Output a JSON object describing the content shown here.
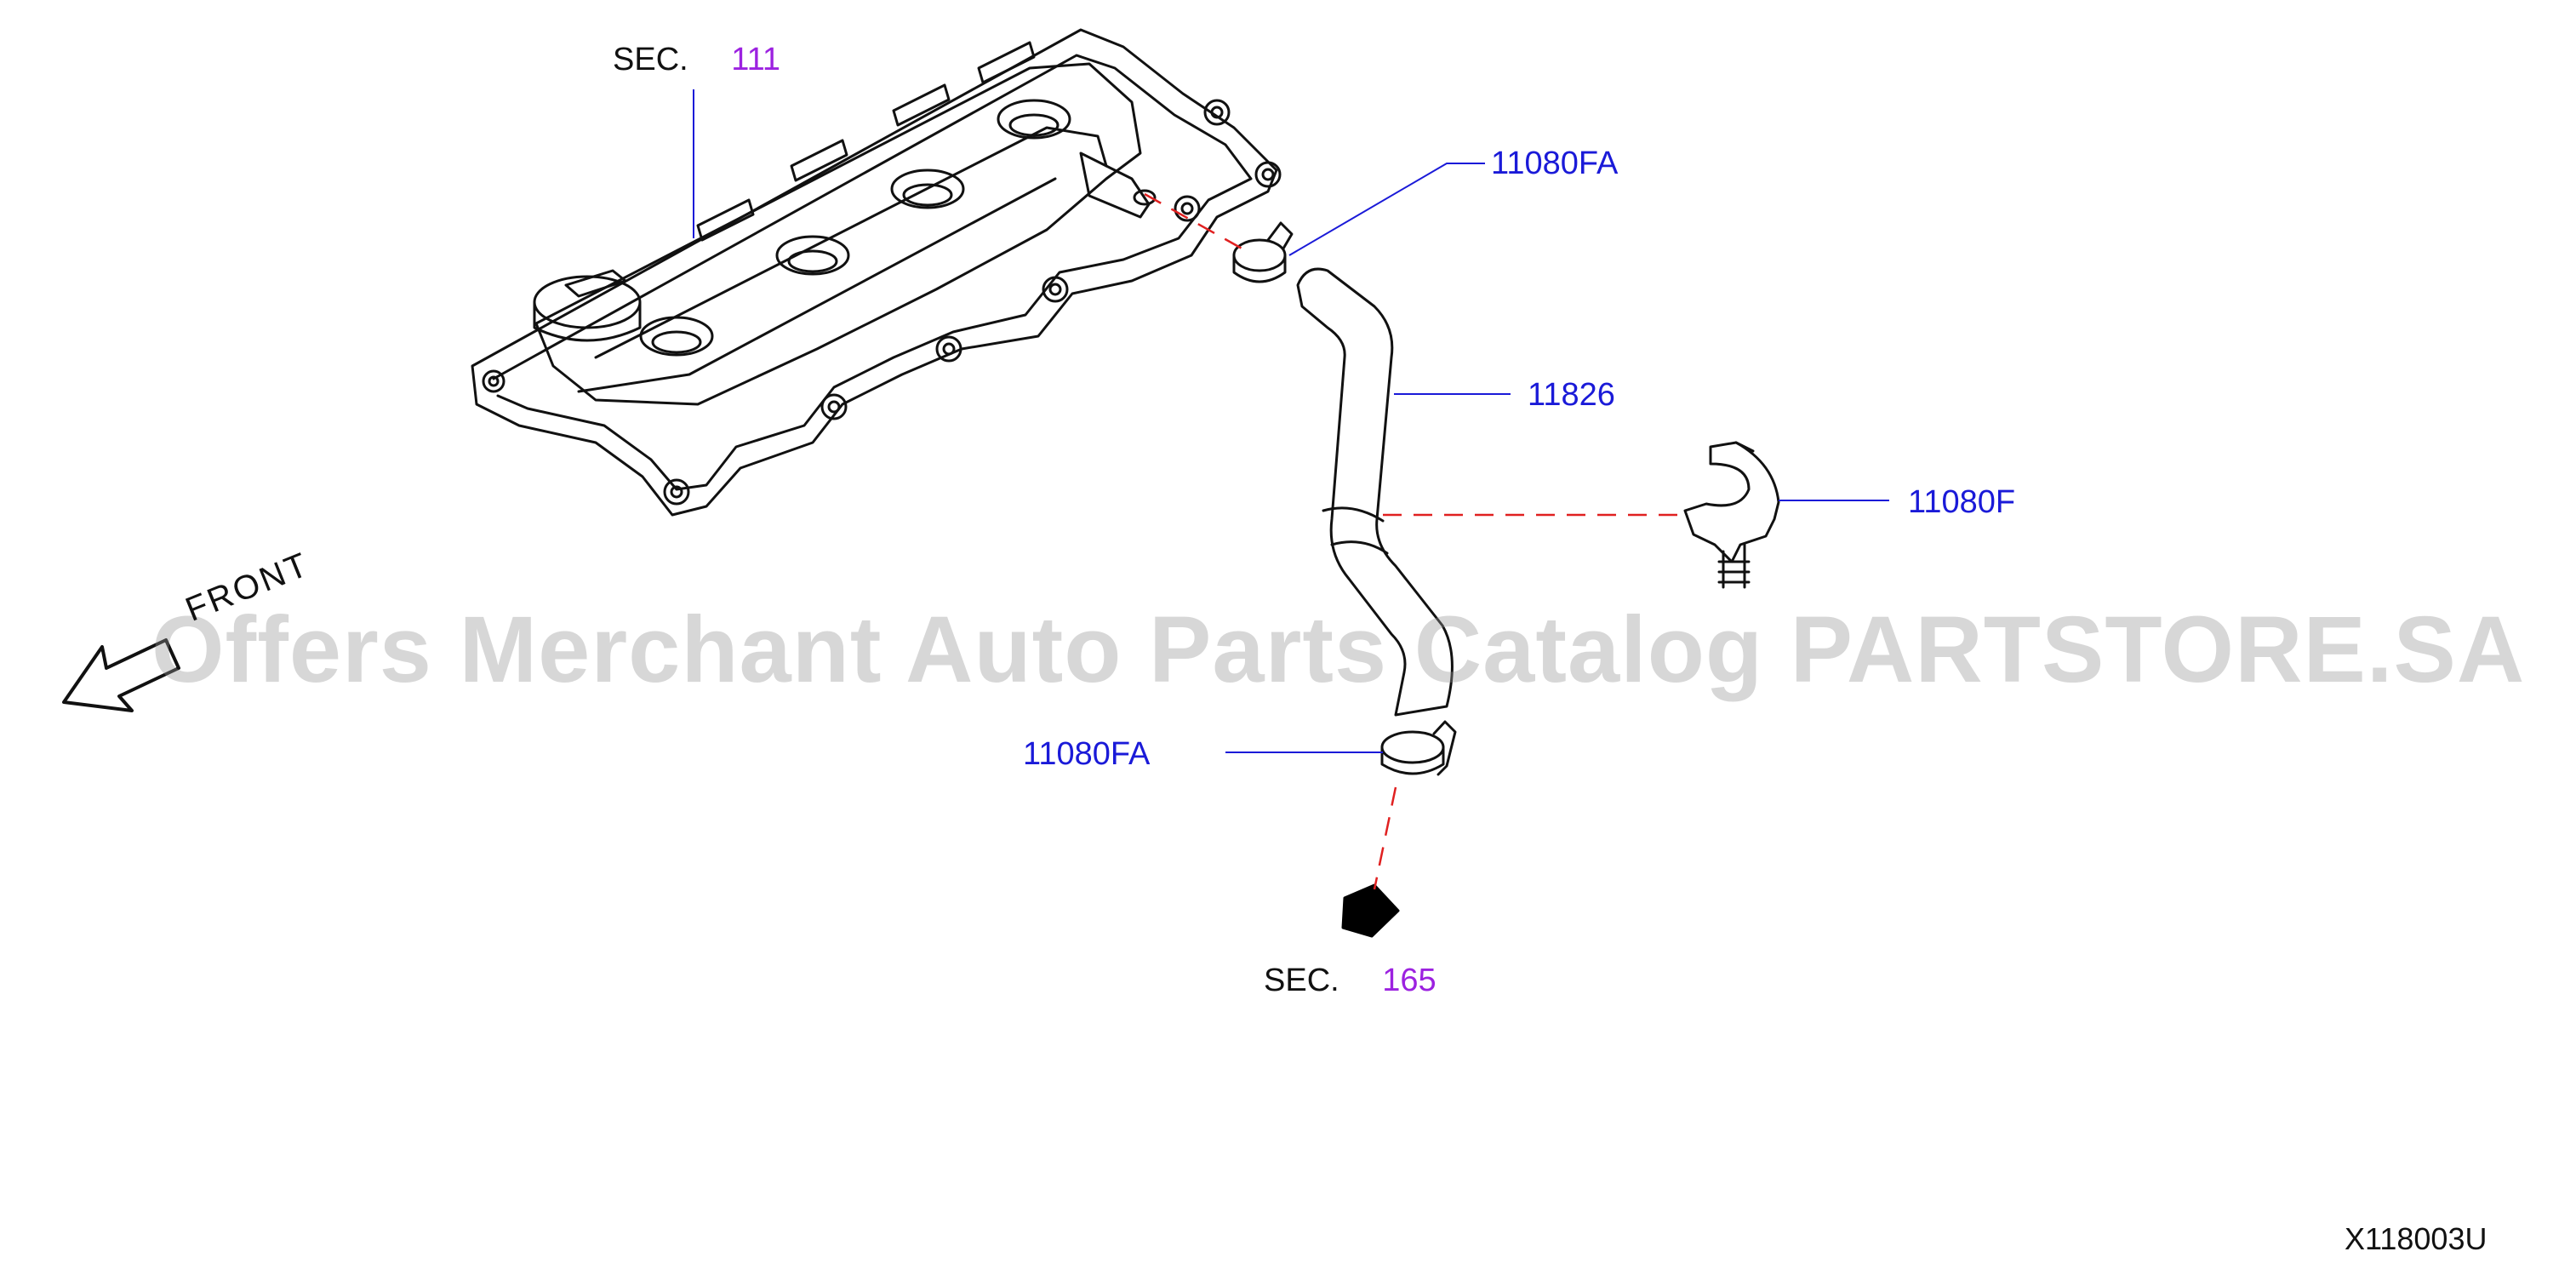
{
  "diagram": {
    "sections": [
      {
        "prefix": "SEC.",
        "number": "111"
      },
      {
        "prefix": "SEC.",
        "number": "165"
      }
    ],
    "callouts": {
      "clamp_upper": "11080FA",
      "hose": "11826",
      "clip": "11080F",
      "clamp_lower": "11080FA"
    },
    "direction_label": "FRONT",
    "figure_code": "X118003U",
    "watermark": "Offers Merchant Auto Parts Catalog PARTSTORE.SA",
    "colors": {
      "part_number": "#1a1ad8",
      "section_number": "#9c22e0",
      "leader_line": "#1a1ad8",
      "connection_dash": "#e02020"
    },
    "icons": [
      "front-arrow-icon",
      "section-arrow-icon"
    ]
  }
}
